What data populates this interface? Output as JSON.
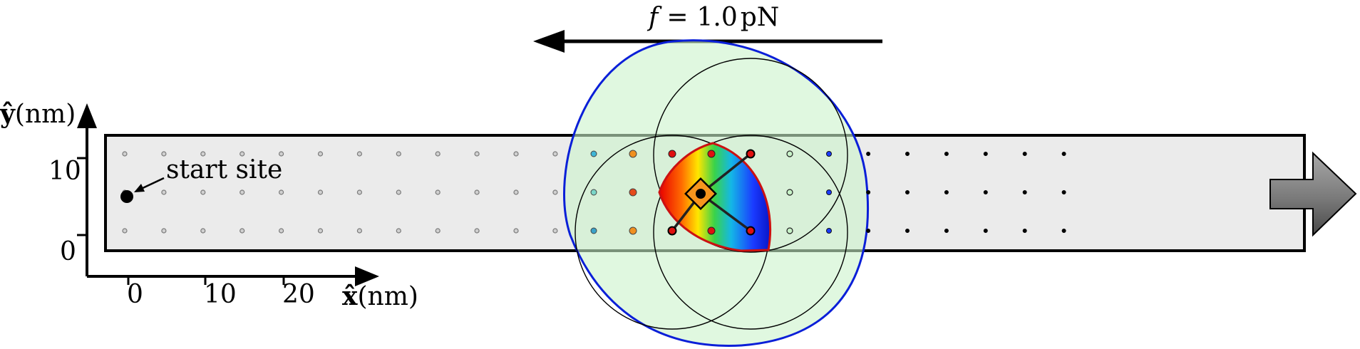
{
  "force": {
    "symbol": "f",
    "equals": "=",
    "value": "1.0",
    "unit": "pN"
  },
  "axes": {
    "x_hat": "x̂",
    "y_hat": "ŷ",
    "x_unit": "(nm)",
    "y_unit": "(nm)",
    "x_ticks": [
      "0",
      "10",
      "20"
    ],
    "y_ticks": [
      "0",
      "10"
    ]
  },
  "annotation": {
    "start_site": "start site"
  },
  "colors": {
    "track_fill": "#ebebeb",
    "reach_fill": "#ddf8dd",
    "boundary": "#0a1fd8",
    "lens_edge": "#cc1111",
    "motor_orange": "#f7951d",
    "arrow_gray": "#777777"
  },
  "icons": [
    "force-arrow",
    "direction-arrow",
    "motor-diamond",
    "start-site-dot"
  ]
}
